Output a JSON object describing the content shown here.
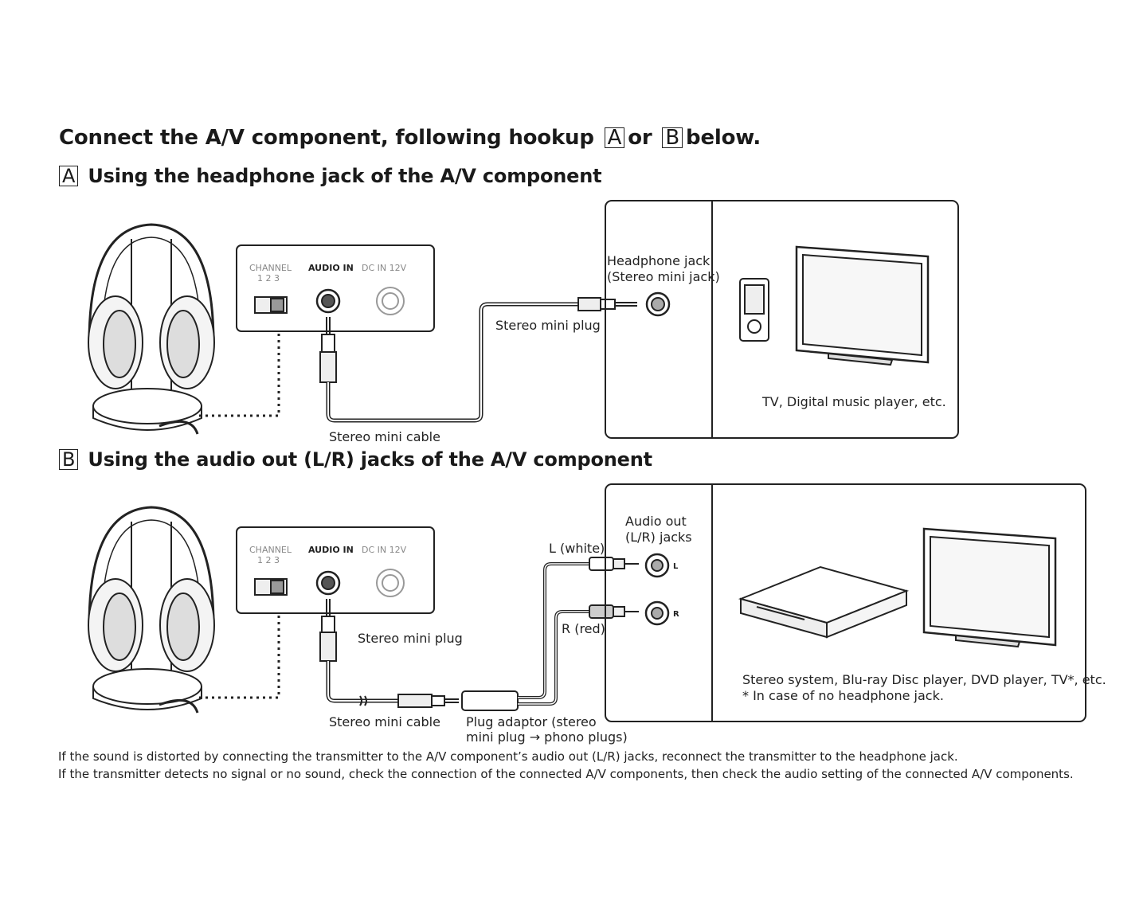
{
  "heading": {
    "prefix": "Connect the A/V component, following hookup",
    "box_a": "A",
    "connector": "or",
    "box_b": "B",
    "suffix": "below."
  },
  "section_a": {
    "box": "A",
    "title": "Using the headphone jack of the A/V component",
    "panel": {
      "channel": "CHANNEL",
      "channel_numbers": "1 2 3",
      "audio_in": "AUDIO IN",
      "dc_in": "DC IN 12V"
    },
    "cable_label": "Stereo mini cable",
    "plug_label": "Stereo mini plug",
    "jack_label_1": "Headphone jack",
    "jack_label_2": "(Stereo mini jack)",
    "devices_label": "TV, Digital music player, etc."
  },
  "section_b": {
    "box": "B",
    "title": "Using the audio out (L/R) jacks of the A/V component",
    "panel": {
      "channel": "CHANNEL",
      "channel_numbers": "1 2 3",
      "audio_in": "AUDIO IN",
      "dc_in": "DC IN 12V"
    },
    "plug_label": "Stereo mini plug",
    "cable_label": "Stereo mini cable",
    "adaptor_label_1": "Plug adaptor (stereo",
    "adaptor_label_2": "mini plug → phono plugs)",
    "left_label": "L (white)",
    "right_label": "R (red)",
    "jacks_label_1": "Audio out",
    "jacks_label_2": "(L/R) jacks",
    "l_mark": "L",
    "r_mark": "R",
    "devices_label_1": "Stereo system, Blu-ray Disc player, DVD player, TV*, etc.",
    "devices_label_2": "* In case of no headphone jack."
  },
  "notes": [
    "If the sound is distorted by connecting the transmitter to the A/V component’s audio out (L/R) jacks, reconnect the transmitter to the headphone jack.",
    "If the transmitter detects no signal or no sound, check the connection of the connected A/V components, then check the audio setting of the connected A/V components."
  ]
}
